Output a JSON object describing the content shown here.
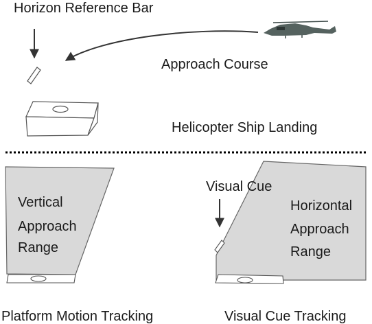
{
  "top": {
    "label_reference_bar": "Horizon Reference Bar",
    "label_approach_course": "Approach Course",
    "label_ship_landing": "Helicopter Ship Landing"
  },
  "bottom_left": {
    "range_label_lines": [
      "Vertical",
      "Approach",
      "Range"
    ],
    "caption": "Platform Motion Tracking"
  },
  "bottom_right": {
    "label_visual_cue": "Visual Cue",
    "range_label_lines": [
      "Horizontal",
      "Approach",
      "Range"
    ],
    "caption": "Visual Cue Tracking"
  },
  "colors": {
    "panel_fill": "#d9d9d9",
    "outline": "#555555",
    "arrow": "#333333",
    "separator": "#000000"
  },
  "icons": [
    "helicopter-icon",
    "ship-deck-icon",
    "reference-bar-icon"
  ]
}
